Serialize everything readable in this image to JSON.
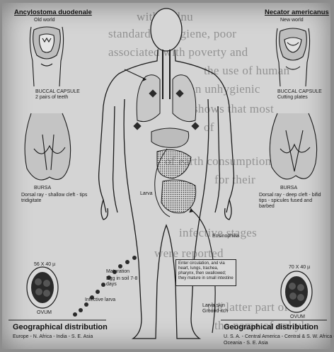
{
  "left_panel": {
    "title": "Ancylostoma duodenale",
    "world_label": "Old world",
    "capsule_label": "BUCCAL CAPSULE",
    "capsule_note": "2 pairs of teeth",
    "bursa_label": "BURSA",
    "bursa_note": "Dorsal ray - shallow cleft - tips tridigitate",
    "egg_size": "56 X 40 µ",
    "ovum_label": "OVUM",
    "geo_title": "Geographical distribution",
    "geo_text": "Europe - N. Africa - India - S. E. Asia"
  },
  "right_panel": {
    "title": "Necator americanus",
    "world_label": "New world",
    "capsule_label": "BUCCAL CAPSULE",
    "capsule_note": "Cutting plates",
    "bursa_label": "BURSA",
    "bursa_note": "Dorsal ray - deep cleft - bifid tips - spicules fused and barbed",
    "egg_size": "70 X 40 µ",
    "ovum_label": "OVUM",
    "geo_title": "Geographical distribution",
    "geo_text_1": "U. S. A. - Central America - Central & S. W. Africa -",
    "geo_text_2": "Oceania - S. E. Asia"
  },
  "body_labels": {
    "larva": "Larva",
    "maturation": "Maturation",
    "egg_stage": "Egg in soil 7-8 days",
    "eosinophilia": "Eosinophilia",
    "ground_itch": "Ground itch",
    "larva_skin": "Larva skin",
    "infective": "Infective larva"
  },
  "note_box": "Enter circulation, and via heart, lungs, trachea, pharynx, then swallowed; they mature in small intestine",
  "bleed_through": [
    "with malnu",
    "standard of hygiene, poor",
    "associated with poverty and",
    "the use of human",
    "an unhygienic",
    "shows that most",
    "of",
    "of earth consumption.",
    "for their",
    "infective stages",
    "were reported",
    "the latter part of the",
    "the name of ankylo"
  ],
  "colors": {
    "paper": "#d4d4d4",
    "scan_border": "#8d8d8d",
    "ink": "#1a1a1a"
  }
}
